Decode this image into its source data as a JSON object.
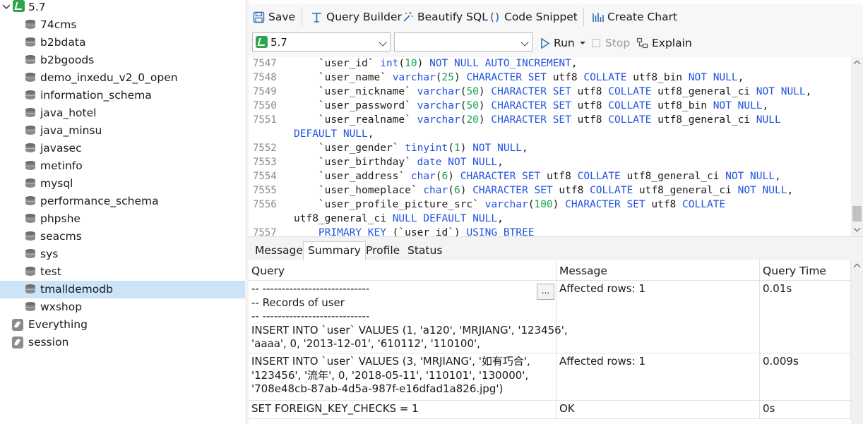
{
  "sidebar": {
    "connection": "5.7",
    "databases": [
      "74cms",
      "b2bdata",
      "b2bgoods",
      "demo_inxedu_v2_0_open",
      "information_schema",
      "java_hotel",
      "java_minsu",
      "javasec",
      "metinfo",
      "mysql",
      "performance_schema",
      "phpshe",
      "seacms",
      "sys",
      "test",
      "tmalldemodb",
      "wxshop"
    ],
    "selected_database": "tmalldemodb",
    "other_connections": [
      "Everything",
      "session"
    ]
  },
  "toolbar": {
    "save": "Save",
    "query_builder": "Query Builder",
    "beautify_sql": "Beautify SQL",
    "code_snippet": "Code Snippet",
    "create_chart": "Create Chart"
  },
  "toolbar2": {
    "connection_select": "5.7",
    "database_select": "",
    "run": "Run",
    "stop": "Stop",
    "explain": "Explain"
  },
  "editor": {
    "lines": [
      {
        "n": "7547",
        "code": "    `user_id` int(10) NOT NULL AUTO_INCREMENT,"
      },
      {
        "n": "7548",
        "code": "    `user_name` varchar(25) CHARACTER SET utf8 COLLATE utf8_bin NOT NULL,"
      },
      {
        "n": "7549",
        "code": "    `user_nickname` varchar(50) CHARACTER SET utf8 COLLATE utf8_general_ci NOT NULL,"
      },
      {
        "n": "7550",
        "code": "    `user_password` varchar(50) CHARACTER SET utf8 COLLATE utf8_bin NOT NULL,"
      },
      {
        "n": "7551",
        "code": "    `user_realname` varchar(20) CHARACTER SET utf8 COLLATE utf8_general_ci NULL"
      },
      {
        "n": "",
        "code": "DEFAULT NULL,"
      },
      {
        "n": "7552",
        "code": "    `user_gender` tinyint(1) NOT NULL,"
      },
      {
        "n": "7553",
        "code": "    `user_birthday` date NOT NULL,"
      },
      {
        "n": "7554",
        "code": "    `user_address` char(6) CHARACTER SET utf8 COLLATE utf8_general_ci NOT NULL,"
      },
      {
        "n": "7555",
        "code": "    `user_homeplace` char(6) CHARACTER SET utf8 COLLATE utf8_general_ci NOT NULL,"
      },
      {
        "n": "7556",
        "code": "    `user_profile_picture_src` varchar(100) CHARACTER SET utf8 COLLATE"
      },
      {
        "n": "",
        "code": "utf8_general_ci NULL DEFAULT NULL,"
      },
      {
        "n": "7557",
        "code": "    PRIMARY KEY (`user_id`) USING BTREE"
      }
    ]
  },
  "result_tabs": [
    "Message",
    "Summary",
    "Profile",
    "Status"
  ],
  "active_tab": "Summary",
  "results": {
    "columns": [
      "Query",
      "Message",
      "Query Time"
    ],
    "rows": [
      {
        "query": "-- ----------------------------\n-- Records of user\n-- ----------------------------\nINSERT INTO `user` VALUES (1, 'a120', 'MRJIANG', '123456',\n'aaaa', 0, '2013-12-01', '610112', '110100',",
        "message": "Affected rows: 1",
        "time": "0.01s"
      },
      {
        "query": "INSERT INTO `user` VALUES (3, 'MRJIANG', '如有巧合',\n'123456', '流年', 0, '2018-05-11', '110101', '130000',\n'708e48cb-87ab-4d5a-987f-e16dfad1a826.jpg')",
        "message": "Affected rows: 1",
        "time": "0.009s"
      },
      {
        "query": "SET FOREIGN_KEY_CHECKS = 1",
        "message": "OK",
        "time": "0s"
      }
    ],
    "more_button": "..."
  }
}
